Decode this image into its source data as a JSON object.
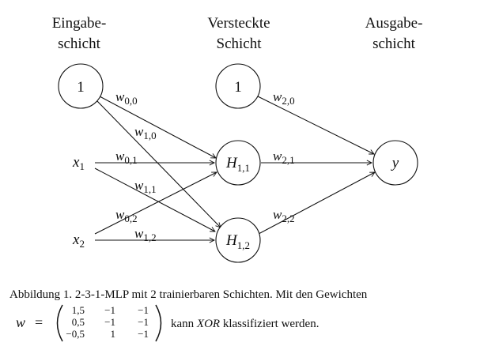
{
  "headers": {
    "input_line1": "Eingabe-",
    "input_line2": "schicht",
    "hidden_line1": "Versteckte",
    "hidden_line2": "Schicht",
    "output_line1": "Ausgabe-",
    "output_line2": "schicht"
  },
  "nodes": {
    "input_bias": "1",
    "x1_base": "x",
    "x1_sub": "1",
    "x2_base": "x",
    "x2_sub": "2",
    "hidden_bias": "1",
    "h11_base": "H",
    "h11_sub": "1,1",
    "h12_base": "H",
    "h12_sub": "1,2",
    "y": "y"
  },
  "weights": {
    "w00": "0,0",
    "w10": "1,0",
    "w01": "0,1",
    "w11": "1,1",
    "w02": "0,2",
    "w12": "1,2",
    "w20": "2,0",
    "w21": "2,1",
    "w22": "2,2",
    "symbol": "w"
  },
  "caption": {
    "line1": "Abbildung 1.   2-3-1-MLP mit 2 trainierbaren Schichten. Mit den Gewichten",
    "w_label": "w",
    "equals": "=",
    "matrix": [
      [
        "1,5",
        "−1",
        "−1"
      ],
      [
        "0,5",
        "−1",
        "−1"
      ],
      [
        "−0,5",
        "1",
        "−1"
      ]
    ],
    "text_before": "kann",
    "xor": "XOR",
    "text_after": "klassifiziert werden."
  }
}
